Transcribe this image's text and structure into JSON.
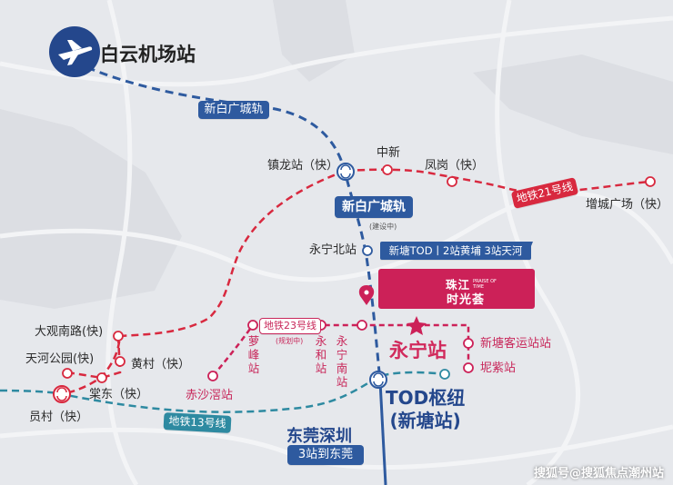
{
  "title": "白云机场站",
  "lines": {
    "xinbaiguang": "新白广城轨",
    "xinbaiguang_status": "(建设中)",
    "metro21": "地铁21号线",
    "metro23": "地铁23号线",
    "metro23_status": "(规划中)",
    "metro13": "地铁13号线"
  },
  "stations": {
    "zhenlong": "镇龙站（快）",
    "zhongxin": "中新",
    "fenggang": "凤岗（快）",
    "zengcheng": "增城广场（快）",
    "yongningbei": "永宁北站",
    "daguannan": "大观南路(快)",
    "tianhegongyuan": "天河公园(快)",
    "huangcun": "黄村（快）",
    "tangdong": "棠东（快）",
    "yuancun": "员村（快）",
    "chishajiao": "赤沙滘站",
    "luofeng": "萝峰站",
    "yonghe": "永和站",
    "yongningnan": "永宁南站",
    "xintangkeyun": "新塘客运站站",
    "nizi": "坭紫站"
  },
  "callout": "新塘TOD丨2站黄埔 3站天河",
  "project": {
    "name": "珠江",
    "sub": "时光荟",
    "eng": "PRAISE OF TIME"
  },
  "yongning": "永宁站",
  "tod": {
    "line1": "TOD枢纽",
    "line2": "(新塘站)"
  },
  "dongguan": {
    "title": "东莞深圳",
    "sub": "3站到东莞"
  },
  "watermark": "搜狐号@搜狐焦点潮州站",
  "colors": {
    "blue_line": "#2e5a9f",
    "red_line": "#d8293f",
    "pink_line": "#cc2158",
    "teal_line": "#2e8aa1",
    "background": "#e6e8ec"
  }
}
